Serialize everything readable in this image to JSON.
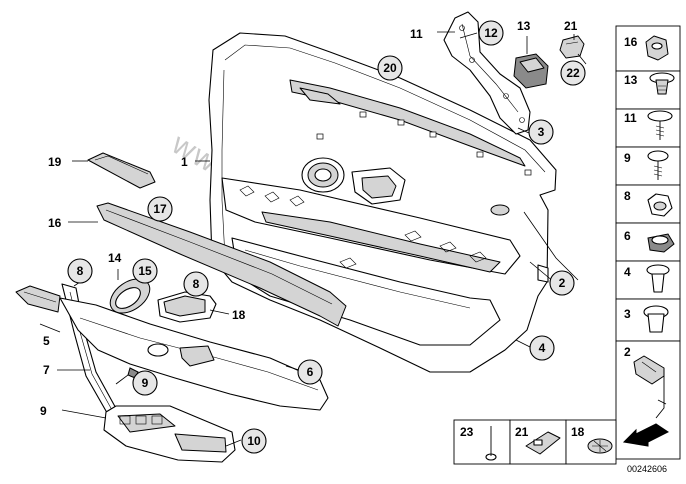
{
  "diagram": {
    "watermark": "www.BMWstore.pl",
    "reference_code": "00242606",
    "callouts": [
      {
        "id": "c1",
        "label": "1"
      },
      {
        "id": "c2",
        "label": "2"
      },
      {
        "id": "c3",
        "label": "3"
      },
      {
        "id": "c4",
        "label": "4"
      },
      {
        "id": "c5",
        "label": "5"
      },
      {
        "id": "c6",
        "label": "6"
      },
      {
        "id": "c7",
        "label": "7"
      },
      {
        "id": "c8a",
        "label": "8"
      },
      {
        "id": "c8b",
        "label": "8"
      },
      {
        "id": "c9",
        "label": "9"
      },
      {
        "id": "c10",
        "label": "10"
      },
      {
        "id": "c11",
        "label": "11"
      },
      {
        "id": "c12",
        "label": "12"
      },
      {
        "id": "c13",
        "label": "13"
      },
      {
        "id": "c14",
        "label": "14"
      },
      {
        "id": "c15",
        "label": "15"
      },
      {
        "id": "c16",
        "label": "16"
      },
      {
        "id": "c17",
        "label": "17"
      },
      {
        "id": "c18",
        "label": "18"
      },
      {
        "id": "c19",
        "label": "19"
      },
      {
        "id": "c20",
        "label": "20"
      },
      {
        "id": "c21",
        "label": "21"
      },
      {
        "id": "c22",
        "label": "22"
      },
      {
        "id": "c23",
        "label": "23"
      }
    ],
    "side_panel": [
      "16",
      "13",
      "11",
      "9",
      "8",
      "6",
      "4",
      "3",
      "2"
    ],
    "bottom_panel": [
      "23",
      "21",
      "18"
    ]
  }
}
